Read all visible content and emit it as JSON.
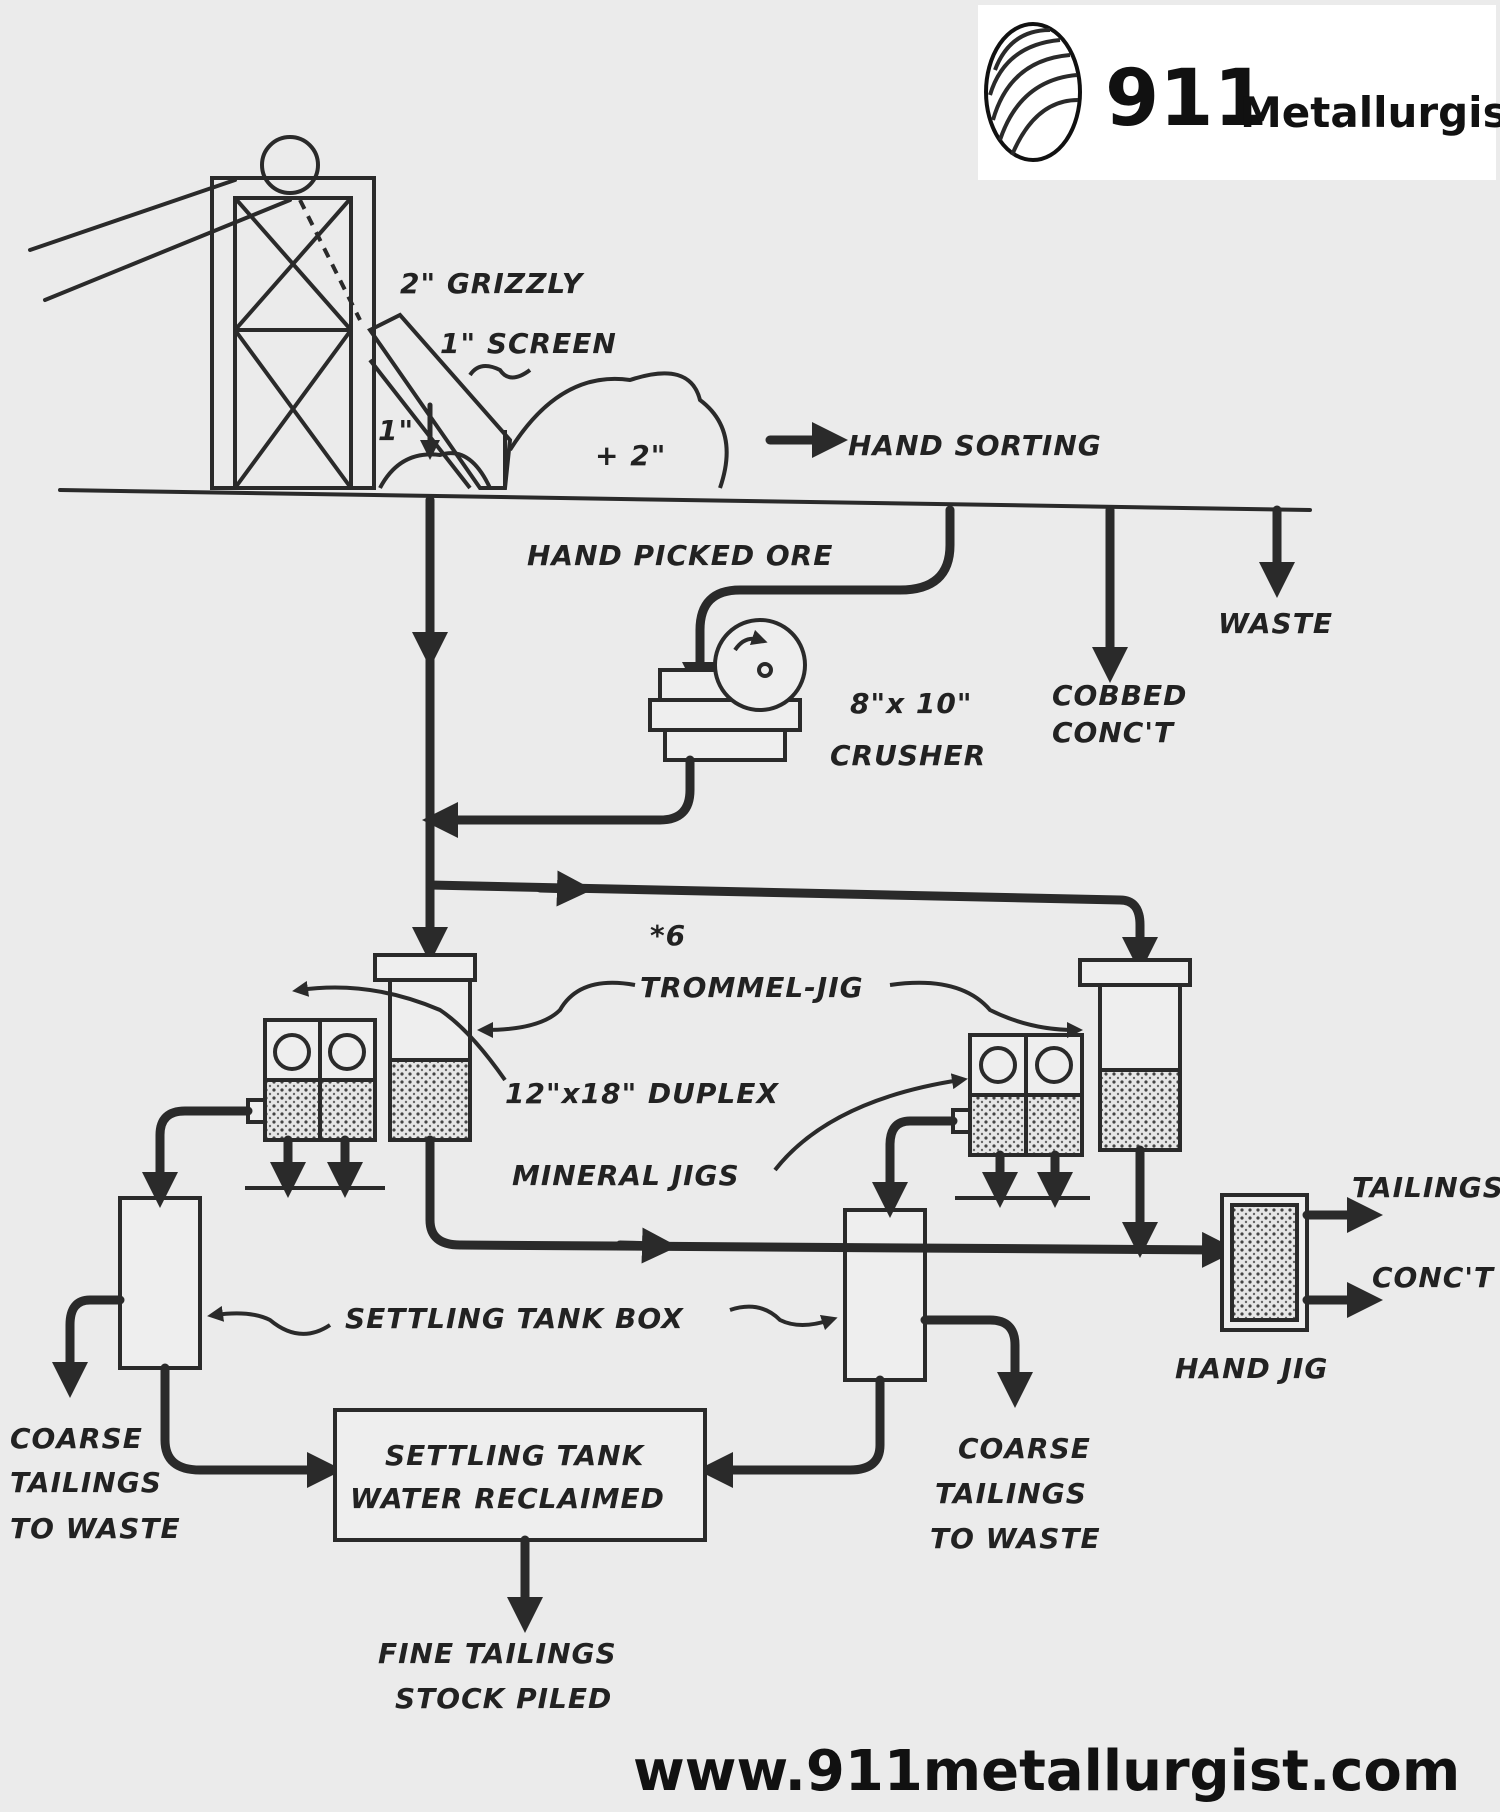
{
  "logo": {
    "number": "911",
    "word": "Metallurgist"
  },
  "website": "www.911metallurgist.com",
  "labels": {
    "grizzly": "2\" GRIZZLY",
    "screen": "1\" SCREEN",
    "one_inch": "1\"",
    "plus_two": "+ 2\"",
    "hand_sorting": "HAND SORTING",
    "hand_picked_ore": "HAND PICKED ORE",
    "waste": "WASTE",
    "cobbed_1": "COBBED",
    "cobbed_2": "CONC'T",
    "crusher_1": "8\"x 10\"",
    "crusher_2": "CRUSHER",
    "six": "*6",
    "trommel_jig": "TROMMEL-JIG",
    "duplex": "12\"x18\" DUPLEX",
    "mineral_jigs": "MINERAL JIGS",
    "tailings": "TAILINGS",
    "conct": "CONC'T",
    "hand_jig": "HAND JIG",
    "settling_tank_box": "SETTLING TANK BOX",
    "settling_tank_1": "SETTLING TANK",
    "settling_tank_2": "WATER RECLAIMED",
    "coarse_left_1": "COARSE",
    "coarse_left_2": "TAILINGS",
    "coarse_left_3": "TO WASTE",
    "coarse_right_1": "COARSE",
    "coarse_right_2": "TAILINGS",
    "coarse_right_3": "TO WASTE",
    "fine_1": "FINE TAILINGS",
    "fine_2": "STOCK PILED"
  }
}
